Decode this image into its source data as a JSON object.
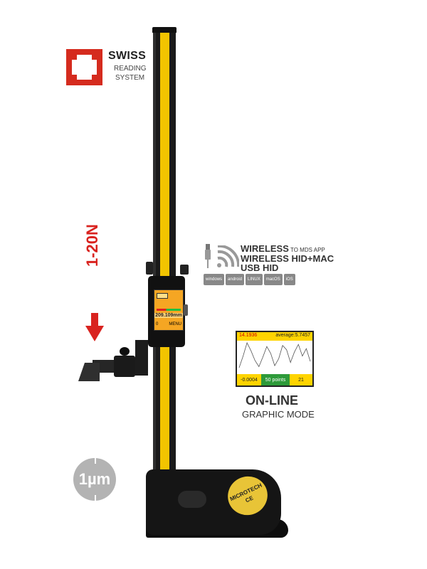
{
  "swiss": {
    "title": "SWISS",
    "line1": "READING",
    "line2": "SYSTEM",
    "flag_color": "#d52b1e"
  },
  "gauge": {
    "brand": "MICROTECH",
    "cert": "CE",
    "stripe_color": "#f2c400"
  },
  "screen": {
    "value": "209.109mm",
    "left_button": "0",
    "right_button": "MENU"
  },
  "force": {
    "label": "1-20N",
    "color": "#d9231f"
  },
  "connectivity": {
    "line1_main": "WIRELESS",
    "line1_suffix": " TO MDS APP",
    "line2": "WIRELESS HID+MAC",
    "line3": "USB HID",
    "os": [
      "windows",
      "android",
      "LINUX",
      "macOS",
      "iOS"
    ]
  },
  "graph": {
    "current": "14.1936",
    "average": "average:5.7457",
    "min": "-0.0004",
    "points": "50 points",
    "count": "21"
  },
  "graph_data": [
    8,
    30,
    55,
    40,
    22,
    10,
    28,
    48,
    35,
    12,
    25,
    50,
    42,
    18,
    38,
    52,
    30,
    44,
    20
  ],
  "mode": {
    "title": "ON-LINE",
    "subtitle": "GRAPHIC MODE"
  },
  "resolution": {
    "label": "1µm"
  }
}
